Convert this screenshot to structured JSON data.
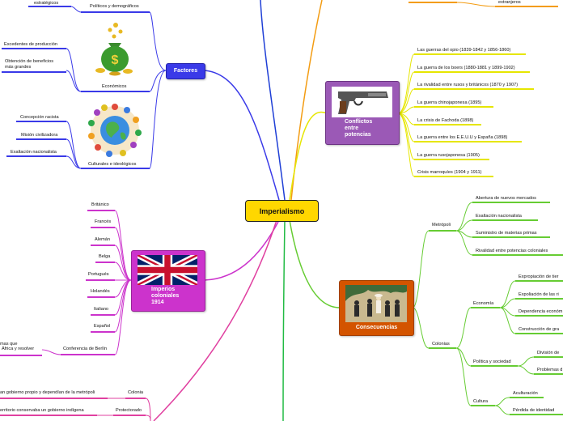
{
  "central": "Imperialismo",
  "factores": {
    "label": "Factores",
    "politicos": "Políticos y demográficos",
    "estrategicos": "estratégicos",
    "economicos": "Económicos",
    "economicos_items": [
      "Excedentes de producción",
      "Obtención de beneficios\nmás grandes"
    ],
    "culturales": "Culturales e ideológicos",
    "culturales_items": [
      "Concepción racista",
      "Misión civilizadora",
      "Exaltación nacionalista"
    ]
  },
  "imperios": {
    "label": "Imperios\ncoloniales\n1914",
    "items": [
      "Británico",
      "Francés",
      "Alemán",
      "Belga",
      "Portugués",
      "Holandés",
      "Italiano",
      "Español"
    ],
    "berlin": "Conferencia de Berlín",
    "berlin_text_1": "mas que",
    "berlin_text_2": "África y resolver"
  },
  "territorios": {
    "colonia": "Colonia",
    "colonia_text": "an gobierno propio y dependían de la metrópoli",
    "protectorado": "Protectorado",
    "protectorado_text": "erritorio conservaba un gobierno indígena"
  },
  "conflictos": {
    "label": "Conflictos\nentre\npotencias",
    "top_text": "extranjeros",
    "items": [
      "Las guerras del opio (1839-1842 y 1856-1860)",
      "La guerra de los boers (1880-1881 y 1899-1902)",
      "La rivalidad entre rusos y británicos (1870 y 1907)",
      "La guerra chinojaponesa (1895)",
      "La crisis de Fachoda (1898)",
      "La guerra entre los E.E.U.U y España (1898)",
      "La guerra rusojaponesa (1905)",
      "Crisis marroquíes (1904 y 1911)"
    ]
  },
  "consecuencias": {
    "label": "Consecuencias",
    "metropoli": "Metrópoli",
    "metropoli_items": [
      "Abertura de nuevos mercados",
      "Exaltación nacionalista",
      "Suministro de materias primas",
      "Rivalidad entre potencias coloniales"
    ],
    "colonias": "Colonias",
    "economia": "Economía",
    "economia_items": [
      "Expropiación de tier",
      "Expoliación de las ri",
      "Dependencia económ",
      "Construcción de gra"
    ],
    "politica": "Política y sociedad",
    "politica_items": [
      "División de",
      "Problemas d"
    ],
    "cultura": "Cultura",
    "cultura_items": [
      "Aculturación",
      "Pérdida de identidad"
    ]
  },
  "colors": {
    "factores": "#3a3ae8",
    "imperios": "#cc33cc",
    "conflictos": "#e6e600",
    "consecuencias": "#66cc33",
    "orange": "#f39c12",
    "green": "#22bb44",
    "pink": "#e040a0"
  }
}
